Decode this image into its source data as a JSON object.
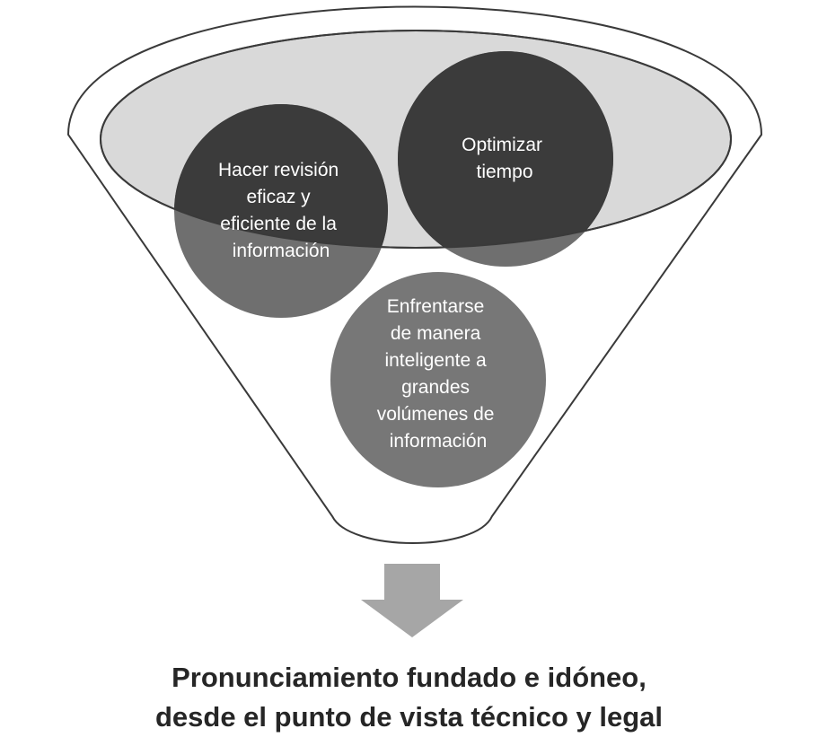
{
  "funnel": {
    "items": [
      {
        "lines": [
          "Hacer revisión",
          "eficaz y",
          "eficiente de la",
          "información"
        ]
      },
      {
        "lines": [
          "Optimizar",
          "tiempo"
        ]
      },
      {
        "lines": [
          "Enfrentarse",
          "de manera",
          "inteligente a",
          "grandes",
          "volúmenes de",
          "información"
        ]
      }
    ]
  },
  "conclusion": {
    "line1": "Pronunciamiento fundado e idóneo,",
    "line2": "desde el punto de vista técnico y legal"
  },
  "colors": {
    "circle": "#6f6f6f",
    "circle_in_ellipse": "#3b3b3b",
    "ellipse": "#d9d9d9",
    "arrow": "#a6a6a6",
    "outline": "#3a3a3a"
  }
}
